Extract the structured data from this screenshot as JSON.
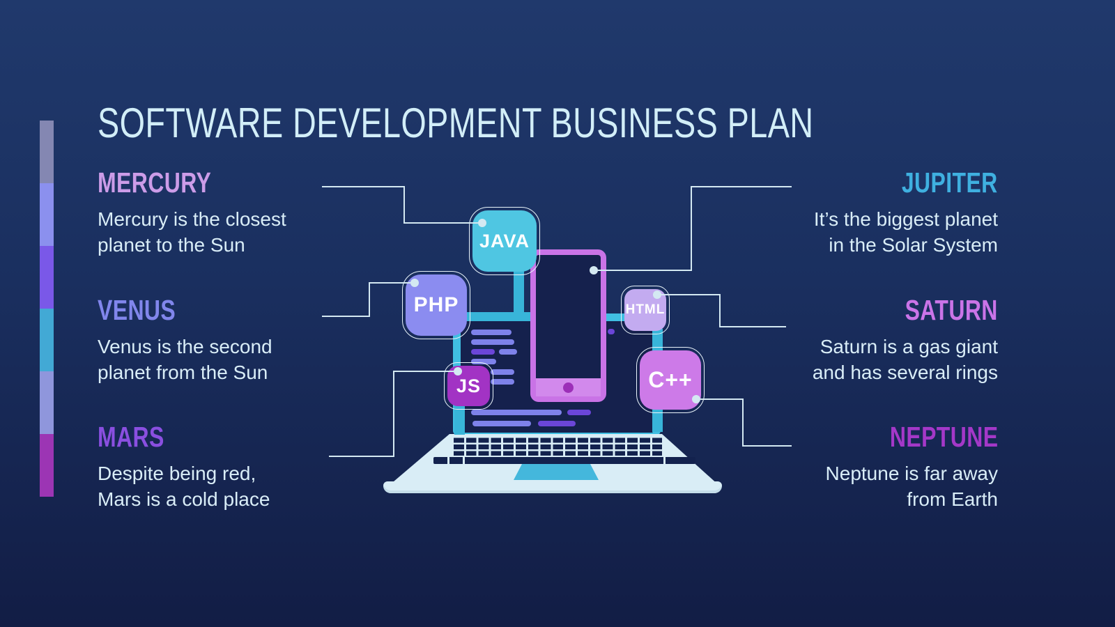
{
  "title": "SOFTWARE DEVELOPMENT BUSINESS PLAN",
  "sections": {
    "left": [
      {
        "id": "mercury",
        "title": "MERCURY",
        "title_color": "#cc9ce8",
        "lines": [
          "Mercury is the closest",
          "planet to the Sun"
        ]
      },
      {
        "id": "venus",
        "title": "VENUS",
        "title_color": "#8186ec",
        "lines": [
          "Venus is the second",
          "planet from the Sun"
        ]
      },
      {
        "id": "mars",
        "title": "MARS",
        "title_color": "#8a4fe0",
        "lines": [
          "Despite being red,",
          "Mars is a cold place"
        ]
      }
    ],
    "right": [
      {
        "id": "jupiter",
        "title": "JUPITER",
        "title_color": "#3fb0e0",
        "lines": [
          "It’s the biggest planet",
          "in the Solar System"
        ]
      },
      {
        "id": "saturn",
        "title": "SATURN",
        "title_color": "#ca74e8",
        "lines": [
          "Saturn is a gas giant",
          "and has several rings"
        ]
      },
      {
        "id": "neptune",
        "title": "NEPTUNE",
        "title_color": "#a438c8",
        "lines": [
          "Neptune is far away",
          "from Earth"
        ]
      }
    ]
  },
  "badges": [
    {
      "id": "java",
      "label": "JAVA",
      "color": "#4fc6e2"
    },
    {
      "id": "php",
      "label": "PHP",
      "color": "#8b8cf0"
    },
    {
      "id": "html",
      "label": "HTML",
      "color": "#c3abf0"
    },
    {
      "id": "js",
      "label": "JS",
      "color": "#a233c4"
    },
    {
      "id": "cpp",
      "label": "C++",
      "color": "#cd7ae8"
    }
  ],
  "colors": {
    "background_top": "#20396c",
    "background_bottom": "#121d45",
    "title_text": "#d2eef8",
    "body_text": "#d9edf7",
    "connector_line": "#d4e9f2",
    "laptop_body": "#d9edf6",
    "laptop_screen_frame": "#40bfe2",
    "screen_dark": "#15214d",
    "phone_frame": "#c973e6",
    "accent_bar_segments": [
      "#8487b2",
      "#8b90ee",
      "#7a58e8",
      "#42a9d5",
      "#8f96dc",
      "#9c35b4"
    ]
  }
}
